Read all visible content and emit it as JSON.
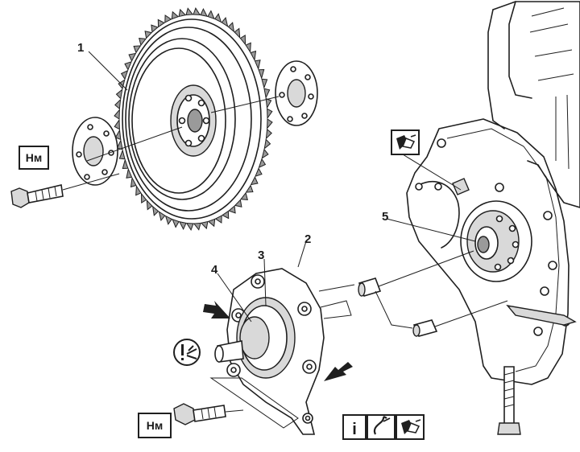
{
  "callouts": {
    "c1": "1",
    "c2": "2",
    "c3": "3",
    "c4": "4",
    "c5": "5"
  },
  "badges": {
    "torque_top": "Нм",
    "torque_bottom": "Нм",
    "info": "i"
  },
  "icons": {
    "sealant_top": "sealant-icon",
    "warning": "warning-icon",
    "info": "info-icon",
    "tool": "tool-icon",
    "sealant_bottom": "sealant-icon",
    "arrow": "arrow-icon"
  },
  "colors": {
    "line": "#1f1f1f",
    "shade": "#d9d9d9",
    "dark_shade": "#9a9a9a",
    "background": "#ffffff"
  }
}
